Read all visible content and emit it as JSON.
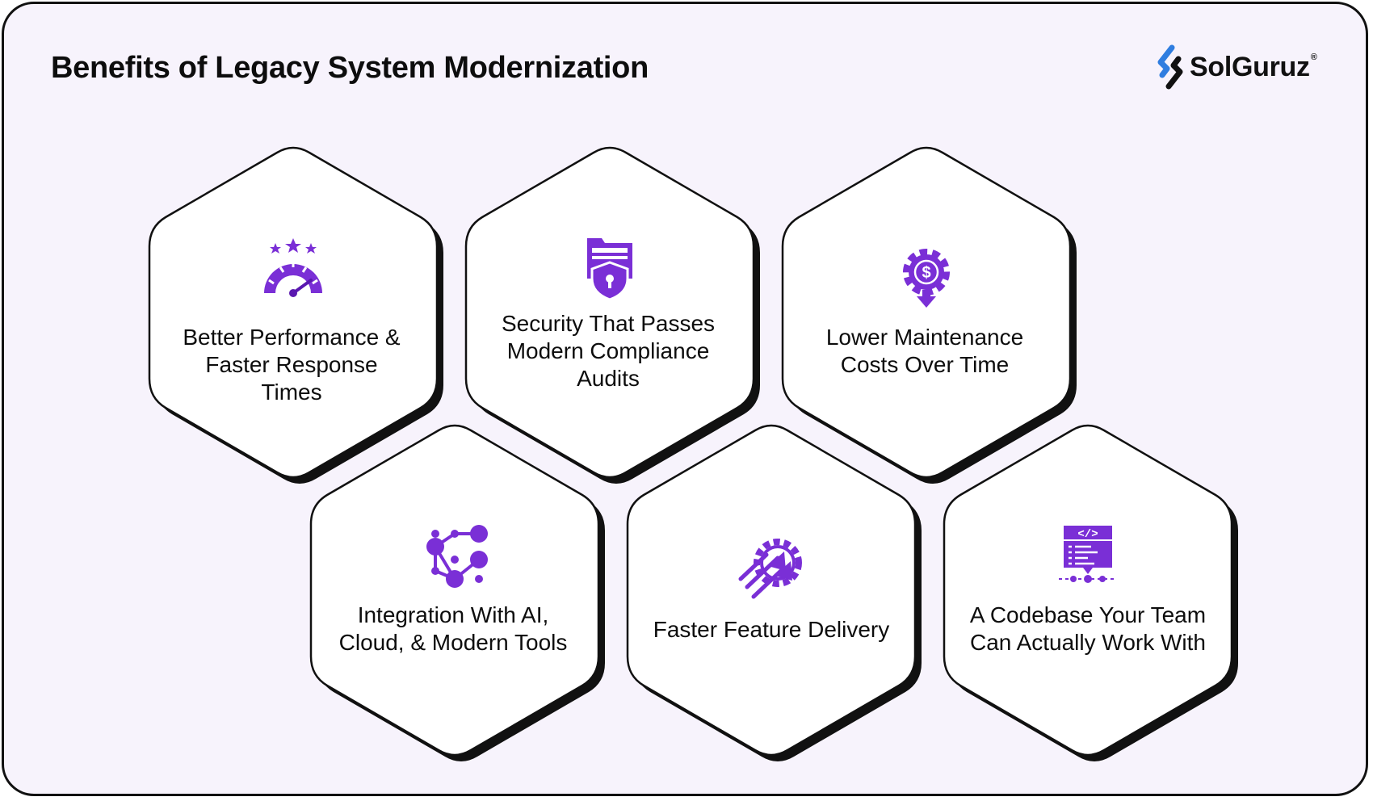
{
  "title": "Benefits of Legacy System Modernization",
  "brand": {
    "name": "SolGuruz",
    "registered": "®"
  },
  "colors": {
    "accent": "#7a2fd6",
    "accent_dark": "#5a18b0",
    "logo_blue": "#2f7de0",
    "ink": "#0d0d0d",
    "background": "#f7f3fc"
  },
  "benefits": [
    {
      "label": "Better Performance & Faster Response Times",
      "lines": [
        "Better Performance &",
        "Faster Response Times"
      ],
      "icon": "speedometer-icon"
    },
    {
      "label": "Security That Passes Modern Compliance Audits",
      "lines": [
        "Security That Passes",
        "Modern Compliance",
        "Audits"
      ],
      "icon": "secure-folder-icon"
    },
    {
      "label": "Lower Maintenance Costs Over Time",
      "lines": [
        "Lower Maintenance",
        "Costs Over Time"
      ],
      "icon": "cost-gear-icon"
    },
    {
      "label": "Integration With AI, Cloud, & Modern Tools",
      "lines": [
        "Integration With AI,",
        "Cloud, & Modern Tools"
      ],
      "icon": "network-nodes-icon"
    },
    {
      "label": "Faster Feature Delivery",
      "lines": [
        "Faster Feature Delivery"
      ],
      "icon": "rocket-gear-icon"
    },
    {
      "label": "A Codebase Your Team Can Actually Work With",
      "lines": [
        "A Codebase Your Team",
        "Can Actually Work With"
      ],
      "icon": "code-window-icon"
    }
  ]
}
